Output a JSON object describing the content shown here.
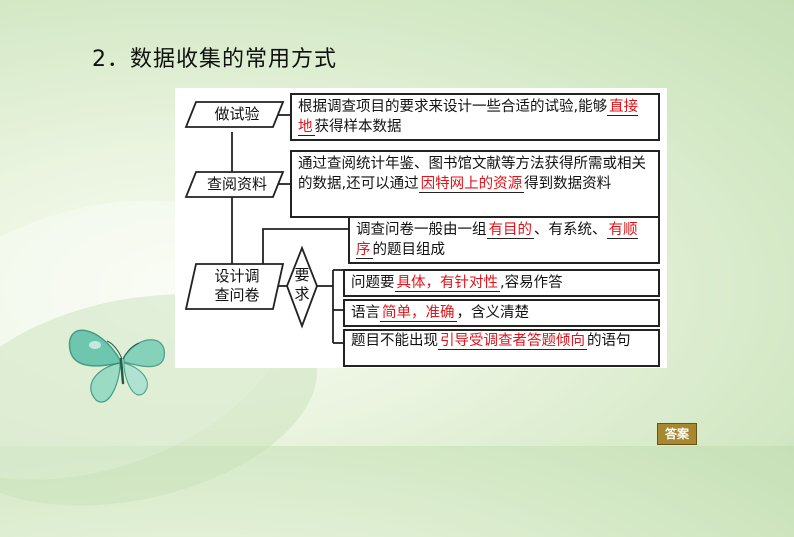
{
  "title": "2．数据收集的常用方式",
  "methods": {
    "experiment": {
      "label": "做试验",
      "desc_pre": "根据调查项目的要求来设计一些合适的试验,能够",
      "desc_key": "直接地",
      "desc_post": "获得样本数据"
    },
    "records": {
      "label": "查阅资料",
      "desc_pre": "通过查阅统计年鉴、图书馆文献等方法获得所需或相关的数据,还可以通过",
      "desc_key": "因特网上的资源",
      "desc_post": "得到数据资料"
    },
    "survey": {
      "label_line1": "设计调",
      "label_line2": "查问卷",
      "requirement_line1": "要",
      "requirement_line2": "求",
      "item1_pre": "调查问卷一般由一组",
      "item1_key1": "有目的",
      "item1_mid": "、有系统、",
      "item1_key2": "有顺序",
      "item1_post": "的题目组成",
      "item2_pre": "问题要",
      "item2_key": "具体，有针对性",
      "item2_post": ",容易作答",
      "item3_pre": "语言",
      "item3_key": "简单，准确",
      "item3_post": "，含义清楚",
      "item4_pre": "题目不能出现",
      "item4_key": "引导受调查者答题倾向",
      "item4_post": "的语句"
    }
  },
  "answer_button": "答案",
  "colors": {
    "key_text": "#e0141b",
    "answer_bg": "#a7872f"
  }
}
